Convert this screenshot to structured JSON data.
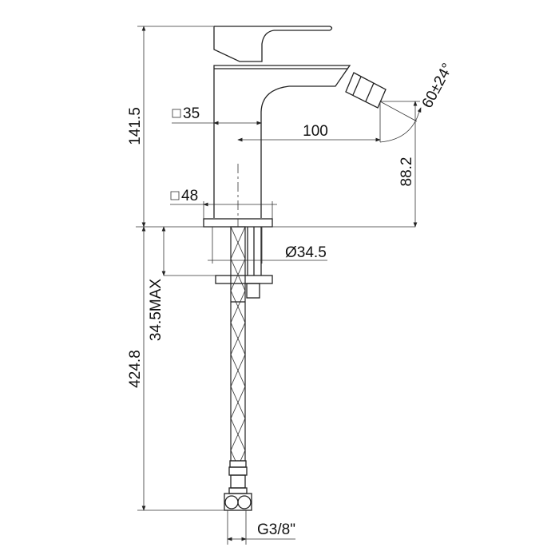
{
  "dimensions": {
    "total_height": "141.5",
    "spout_height": "88.2",
    "spout_reach": "100",
    "body_square": "35",
    "base_square": "48",
    "shank_diameter": "Ø34.5",
    "max_deck_thickness": "34.5MAX",
    "hose_length": "424.8",
    "spray_angle": "60±24°",
    "connection_thread": "G3/8\""
  },
  "colors": {
    "line": "#222222",
    "background": "#ffffff"
  }
}
